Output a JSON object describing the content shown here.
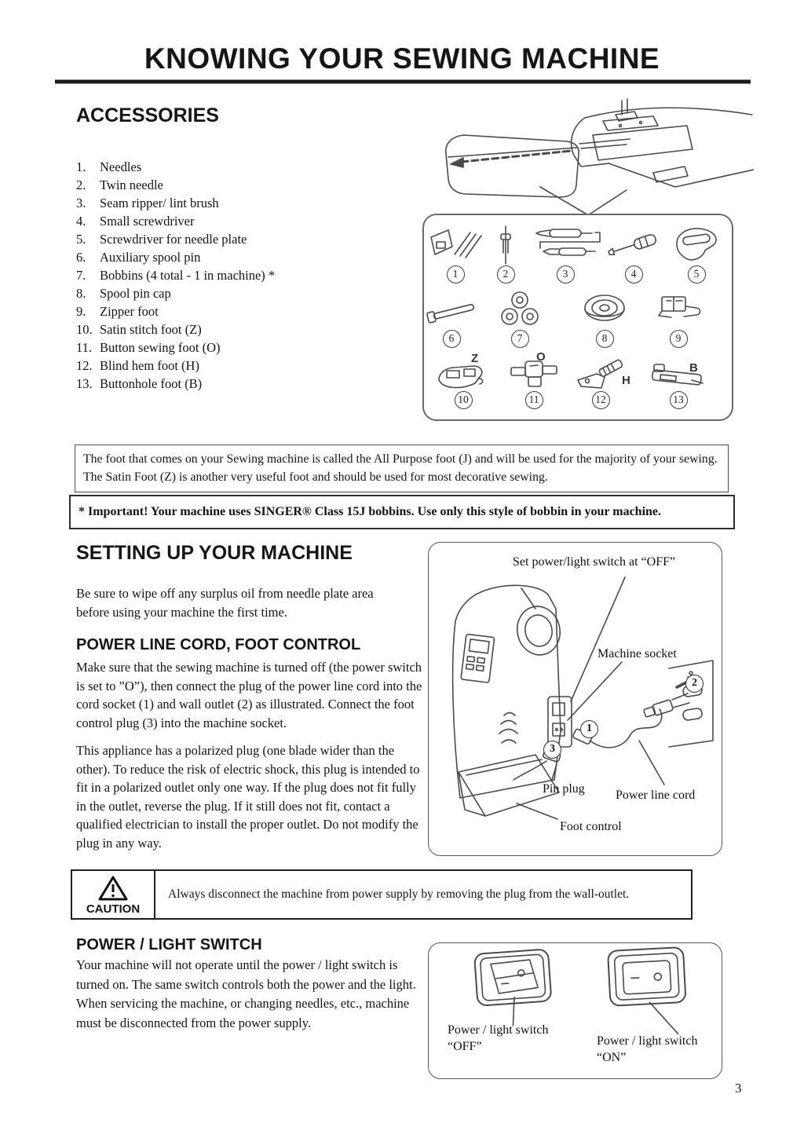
{
  "page": {
    "title": "KNOWING YOUR SEWING MACHINE",
    "page_number": "3"
  },
  "accessories": {
    "heading": "ACCESSORIES",
    "items": [
      {
        "num": "1.",
        "label": "Needles"
      },
      {
        "num": "2.",
        "label": "Twin needle"
      },
      {
        "num": "3.",
        "label": "Seam ripper/ lint brush"
      },
      {
        "num": "4.",
        "label": "Small screwdriver"
      },
      {
        "num": "5.",
        "label": "Screwdriver for needle plate"
      },
      {
        "num": "6.",
        "label": "Auxiliary spool pin"
      },
      {
        "num": "7.",
        "label": "Bobbins (4 total - 1 in machine) *"
      },
      {
        "num": "8.",
        "label": "Spool pin cap"
      },
      {
        "num": "9.",
        "label": "Zipper foot"
      },
      {
        "num": "10.",
        "label": "Satin stitch foot (Z)"
      },
      {
        "num": "11.",
        "label": "Button sewing foot (O)"
      },
      {
        "num": "12.",
        "label": "Blind hem foot (H)"
      },
      {
        "num": "13.",
        "label": "Buttonhole foot (B)"
      }
    ],
    "diagram": {
      "numbers": [
        "1",
        "2",
        "3",
        "4",
        "5",
        "6",
        "7",
        "8",
        "9",
        "10",
        "11",
        "12",
        "13"
      ],
      "letters": {
        "z": "Z",
        "o": "O",
        "h": "H",
        "b": "B"
      }
    }
  },
  "notes": {
    "foot_note": "The foot that comes on your Sewing machine is called the All Purpose foot (J) and will be used for the majority of your sewing.  The Satin Foot (Z) is another very useful foot and should be used for most decorative sewing.",
    "important_note": "* Important!  Your machine uses SINGER® Class 15J bobbins.  Use only this style of bobbin in your machine."
  },
  "setup": {
    "heading": "SETTING UP YOUR MACHINE",
    "intro": "Be sure to wipe off any surplus oil from needle plate area before using your machine the first time.",
    "power_cord": {
      "heading": "POWER LINE CORD, FOOT CONTROL",
      "para1": "Make sure that the sewing machine is turned off (the power switch is set to ”O”), then connect the plug of the power line cord into the cord socket (1) and wall outlet (2) as illustrated. Connect the foot control plug (3) into the machine socket.",
      "para2": "This appliance has a polarized plug (one blade wider than the other). To reduce the risk of electric shock, this plug is intended to fit in a polarized outlet only one way. If the plug does not fit fully in the outlet, reverse the plug. If it still does not fit, contact a qualified electrician to install the proper outlet. Do not modify the plug in any way."
    },
    "diagram": {
      "label_switch_off": "Set power/light switch at “OFF”",
      "label_machine_socket": "Machine socket",
      "label_pin_plug": "Pin plug",
      "label_power_cord": "Power line cord",
      "label_foot_control": "Foot control",
      "num1": "1",
      "num2": "2",
      "num3": "3"
    }
  },
  "caution": {
    "label": "CAUTION",
    "text": "Always disconnect the machine from power supply by removing the plug from the wall-outlet."
  },
  "power_switch": {
    "heading": "POWER / LIGHT SWITCH",
    "para": "Your machine will not operate until the power / light switch is turned on. The same switch controls both the power and the light.\nWhen servicing the machine, or changing needles, etc., machine must be disconnected from the power supply.",
    "diagram": {
      "label_off": "Power / light switch\n“OFF”",
      "label_on": "Power / light switch\n“ON”"
    }
  }
}
